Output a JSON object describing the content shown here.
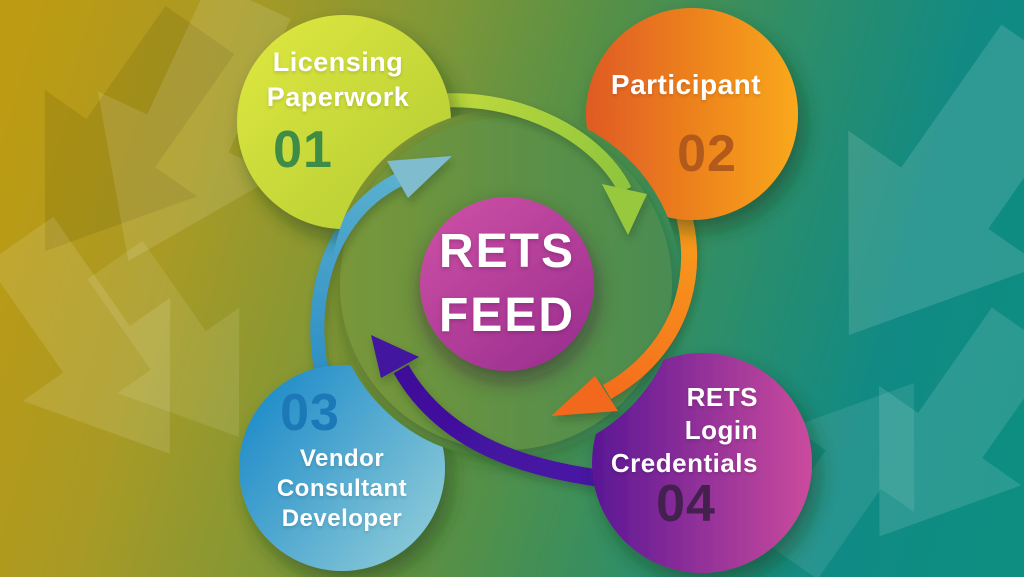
{
  "center": {
    "lines": [
      "RETS",
      "FEED"
    ],
    "circle_color_from": "#c94da3",
    "circle_color_to": "#9e3191",
    "text_color": "#ffffff"
  },
  "steps": [
    {
      "number": "01",
      "label_lines": [
        "Licensing",
        "Paperwork"
      ],
      "circle_color_from": "#dde63f",
      "circle_color_to": "#b5cd34",
      "number_color": "#3e8c46"
    },
    {
      "number": "02",
      "label_lines": [
        "Participant"
      ],
      "circle_color_from": "#e05b22",
      "circle_color_to": "#f9a81b",
      "number_color": "#b2591c"
    },
    {
      "number": "03",
      "label_lines": [
        "Vendor",
        "Consultant",
        "Developer"
      ],
      "circle_color_from": "#1a89c8",
      "circle_color_to": "#8fccd9",
      "number_color": "#1d78b8"
    },
    {
      "number": "04",
      "label_lines": [
        "RETS",
        "Login",
        "Credentials"
      ],
      "circle_color_from": "#5a1795",
      "circle_color_to": "#cb4b9d",
      "number_color": "#44204e"
    }
  ],
  "arrows": [
    {
      "name": "arrow-01-to-02",
      "color_from": "#c6dc3e",
      "color_to": "#8cc43e"
    },
    {
      "name": "arrow-02-to-04",
      "color_from": "#f8a11c",
      "color_to": "#f4691d"
    },
    {
      "name": "arrow-04-to-03",
      "color_from": "#4a16a6",
      "color_to": "#3e0f9a"
    },
    {
      "name": "arrow-03-to-01",
      "color_from": "#2b8cc4",
      "color_to": "#7fbccd"
    }
  ],
  "background": {
    "gradient_left": "#bd9b13",
    "gradient_right": "#0d8e81",
    "disc_color_from": "#7a9739",
    "disc_color_to": "#4a8c52"
  }
}
